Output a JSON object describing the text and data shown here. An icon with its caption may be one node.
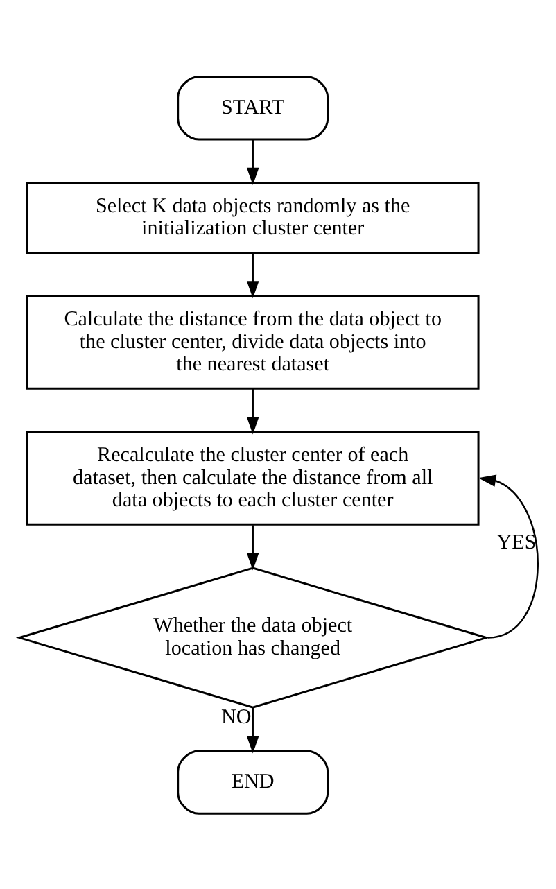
{
  "diagram": {
    "nodes": [
      {
        "text": [
          "START"
        ]
      },
      {
        "text": [
          "Select K data objects randomly as the initialization cluster center"
        ]
      },
      {
        "text": [
          "Calculate the distance from the data object to the cluster center, divide data objects into the nearest dataset"
        ]
      },
      {
        "text": [
          "Recalculate the cluster center of each dataset, then calculate the distance from all data objects to each cluster center"
        ]
      },
      {
        "text": [
          "Whether the data object location has changed"
        ]
      },
      {
        "text": [
          "END"
        ]
      }
    ],
    "edges": [
      {
        "from": 0,
        "to": 1,
        "arrow": "to"
      },
      {
        "from": 1,
        "to": 2,
        "arrow": "to"
      },
      {
        "from": 2,
        "to": 3,
        "arrow": "to"
      },
      {
        "from": 3,
        "to": 4,
        "arrow": "to"
      },
      {
        "from": 4,
        "to": 3,
        "arrow": "to",
        "label": "YES"
      },
      {
        "from": 4,
        "to": 5,
        "arrow": "to",
        "label": "NO"
      }
    ]
  }
}
